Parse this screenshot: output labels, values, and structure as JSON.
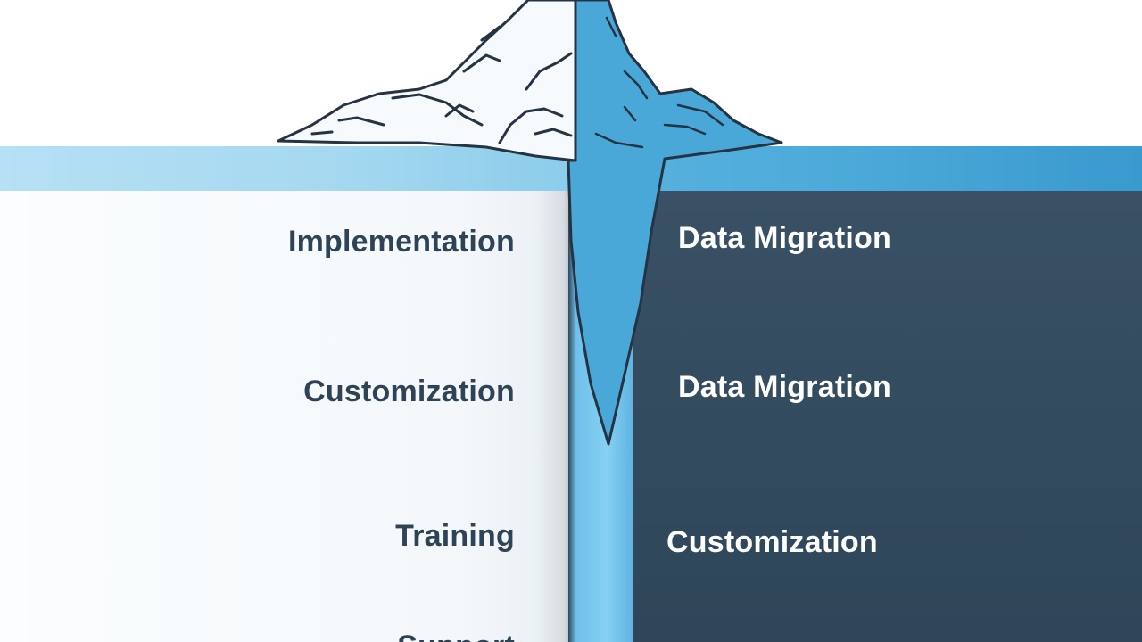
{
  "diagram": {
    "left_labels": [
      {
        "text": "Implementation"
      },
      {
        "text": "Customization"
      },
      {
        "text": "Training"
      },
      {
        "text": "Support"
      }
    ],
    "right_labels": [
      {
        "text": "Data Migration"
      },
      {
        "text": "Data Migration"
      },
      {
        "text": "Customization"
      }
    ],
    "colors": {
      "text_dark": "#2f4356",
      "text_light": "#ffffff",
      "ice_light": "#ffffff",
      "ice_blue": "#4aa8d8",
      "deep_panel": "#324a5e",
      "outline": "#253342"
    },
    "icons": [
      "iceberg-icon"
    ]
  }
}
